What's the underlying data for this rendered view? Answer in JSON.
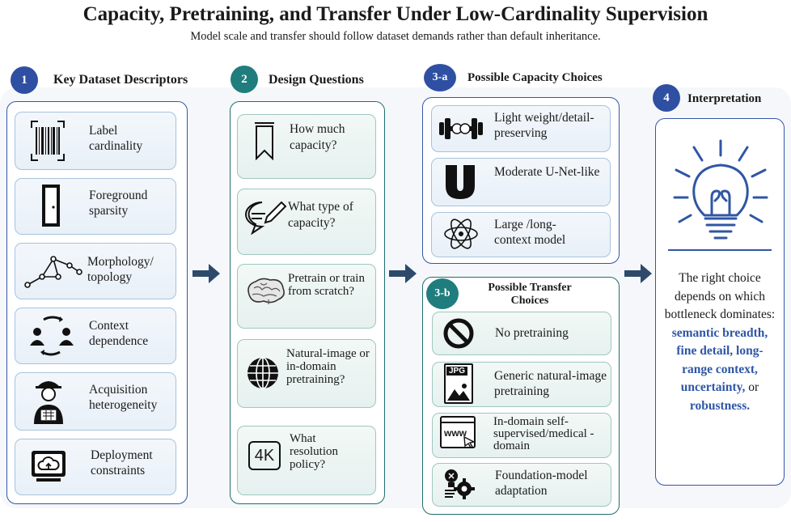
{
  "title": "Capacity, Pretraining, and Transfer Under Low-Cardinality Supervision",
  "subtitle": "Model scale and transfer should follow dataset demands rather than default inheritance.",
  "colors": {
    "blue": "#2f4fa3",
    "teal": "#1f7d7d",
    "accent": "#2f56a5",
    "arrow": "#2e4a6b"
  },
  "sections": {
    "s1": {
      "badge": "1",
      "title": "Key Dataset Descriptors",
      "items": [
        {
          "icon": "barcode-icon",
          "label": "Label cardinality"
        },
        {
          "icon": "door-icon",
          "label": "Foreground sparsity"
        },
        {
          "icon": "graph-nodes-icon",
          "label": "Morphology/ topology"
        },
        {
          "icon": "people-cycle-icon",
          "label": "Context dependence"
        },
        {
          "icon": "worker-icon",
          "label": "Acquisition heterogeneity"
        },
        {
          "icon": "cloud-monitor-icon",
          "label": "Deployment constraints"
        }
      ]
    },
    "s2": {
      "badge": "2",
      "title": "Design Questions",
      "items": [
        {
          "icon": "bookmark-icon",
          "label": "How much capacity?"
        },
        {
          "icon": "chat-pen-icon",
          "label": "What type of capacity?"
        },
        {
          "icon": "brain-icon",
          "label": "Pretrain or train from scratch?"
        },
        {
          "icon": "globe-icon",
          "label": "Natural-image or in-domain pretraining?"
        },
        {
          "icon": "4k-icon",
          "icon_text": "4K",
          "label": "What resolution policy?"
        }
      ]
    },
    "s3a": {
      "badge": "3-a",
      "title": "Possible Capacity Choices",
      "items": [
        {
          "icon": "dumbbell-icon",
          "label": "Light weight/detail-preserving"
        },
        {
          "icon": "u-net-icon",
          "label": "Moderate U-Net-like"
        },
        {
          "icon": "atom-icon",
          "label": "Large /long-context model"
        }
      ]
    },
    "s3b": {
      "badge": "3-b",
      "title": "Possible Transfer Choices",
      "items": [
        {
          "icon": "no-icon",
          "label": "No pretraining"
        },
        {
          "icon": "jpg-file-icon",
          "icon_text": "JPG",
          "label": "Generic natural-image pretraining"
        },
        {
          "icon": "www-icon",
          "icon_text": "www",
          "label": "In-domain self-supervised/medical -domain"
        },
        {
          "icon": "gear-bulb-icon",
          "label": "Foundation-model adaptation"
        }
      ]
    },
    "s4": {
      "badge": "4",
      "title": "Interpretation",
      "text": "The right choice depends on which bottleneck dominates:",
      "h1": "semantic breadth,",
      "h2": "fine detail,",
      "h3": "long-range context,",
      "h4": "uncertainty,",
      "or": "or",
      "h5": "robustness."
    }
  }
}
